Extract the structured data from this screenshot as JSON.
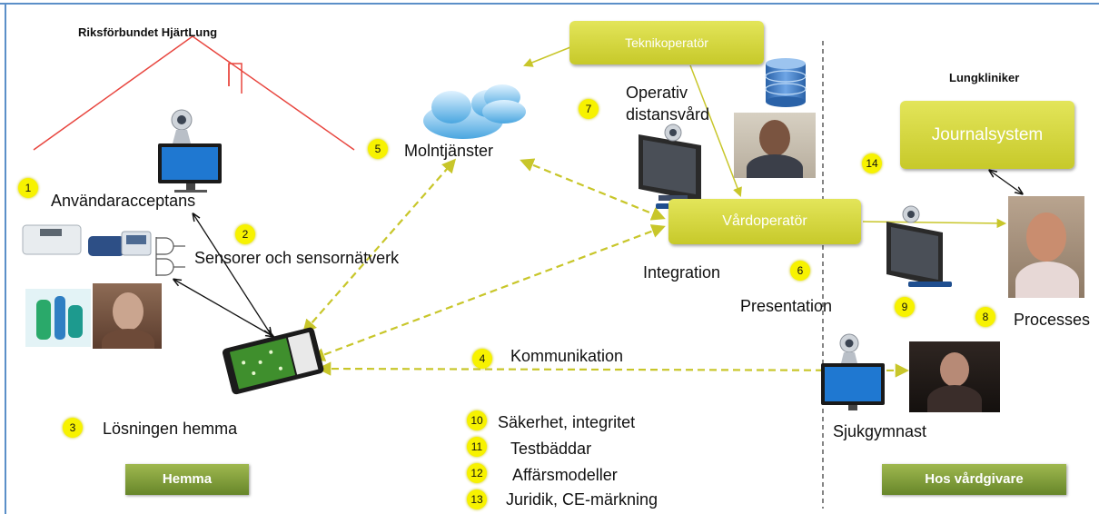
{
  "labels": {
    "riksforbundet": "Riksförbundet HjärtLung",
    "anvandaracceptans": "Användaracceptans",
    "sensorer": "Sensorer och sensornätverk",
    "losningen": "Lösningen hemma",
    "molntjanster": "Molntjänster",
    "operativ": "Operativ",
    "distansvard": "distansvård",
    "integration": "Integration",
    "presentation": "Presentation",
    "kommunikation": "Kommunikation",
    "lungkliniker": "Lungkliniker",
    "processes": "Processes",
    "sjukgymnast": "Sjukgymnast",
    "sakerhet": "Säkerhet, integritet",
    "testbaddar": "Testbäddar",
    "affarsmodeller": "Affärsmodeller",
    "juridik": "Juridik, CE-märkning"
  },
  "boxes": {
    "teknikoperator": "Teknikoperatör",
    "vardoperator": "Vårdoperatör",
    "journalsystem": "Journalsystem",
    "hemma": "Hemma",
    "hos_vardgivare": "Hos vårdgivare"
  },
  "badges": {
    "b1": "1",
    "b2": "2",
    "b3": "3",
    "b4": "4",
    "b5": "5",
    "b6": "6",
    "b7": "7",
    "b8": "8",
    "b9": "9",
    "b10": "10",
    "b11": "11",
    "b12": "12",
    "b13": "13",
    "b14": "14"
  },
  "colors": {
    "frame": "#5b8fc8",
    "roof": "#e8463f",
    "dashed_arrow": "#c8c62a",
    "badge": "#f7f200",
    "green_box": "#d6d83e",
    "dark_button": "#7c9a35"
  },
  "icons": [
    "house-roof-icon",
    "monitor-icon",
    "webcam-icon",
    "cloud-icon",
    "database-icon",
    "tablet-icon",
    "sensor-icon",
    "scale-icon",
    "blood-pressure-monitor-icon",
    "oxygen-equipment-icon"
  ]
}
